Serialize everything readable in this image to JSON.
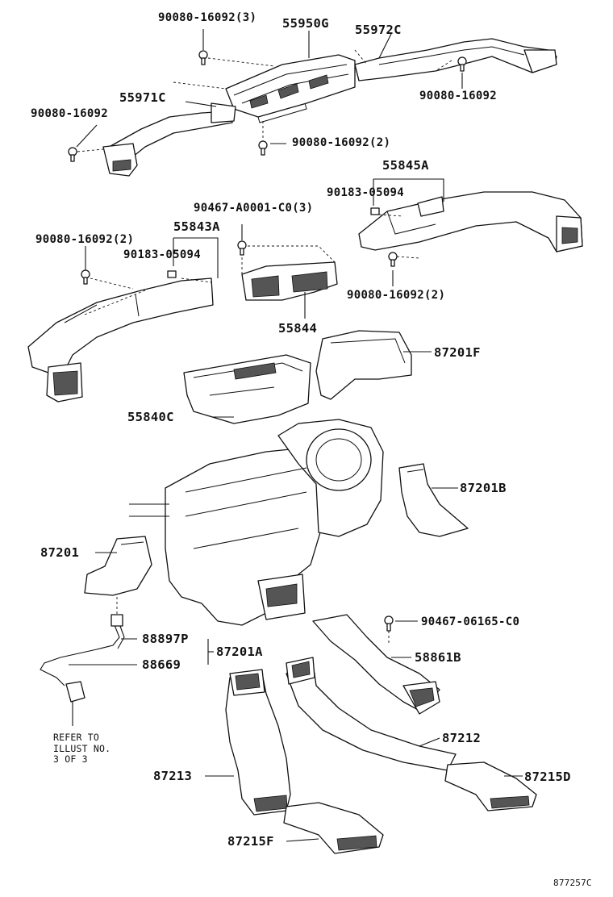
{
  "diagram_id": "877257C",
  "labels": {
    "bolt_55950_3": "90080-16092(3)",
    "p55950G": "55950G",
    "p55972C": "55972C",
    "p55971C": "55971C",
    "bolt_left_top": "90080-16092",
    "bolt_right_top": "90080-16092",
    "bolt_center_2": "90080-16092(2)",
    "p55845A": "55845A",
    "nut_55845A": "90183-05094",
    "clip_90467": "90467-A0001-C0(3)",
    "p55843A": "55843A",
    "bolt_left_2": "90080-16092(2)",
    "nut_55843A": "90183-05094",
    "bolt_55845A_2": "90080-16092(2)",
    "p55844": "55844",
    "p87201F": "87201F",
    "p55840C": "55840C",
    "p87201B": "87201B",
    "p87201": "87201",
    "p88897P": "88897P",
    "p87201A": "87201A",
    "p88669": "88669",
    "screw_90467": "90467-06165-C0",
    "p58861B": "58861B",
    "p87212": "87212",
    "p87215D": "87215D",
    "p87213": "87213",
    "p87215F": "87215F"
  },
  "note": "REFER TO\nILLUST NO.\n3 OF 3"
}
